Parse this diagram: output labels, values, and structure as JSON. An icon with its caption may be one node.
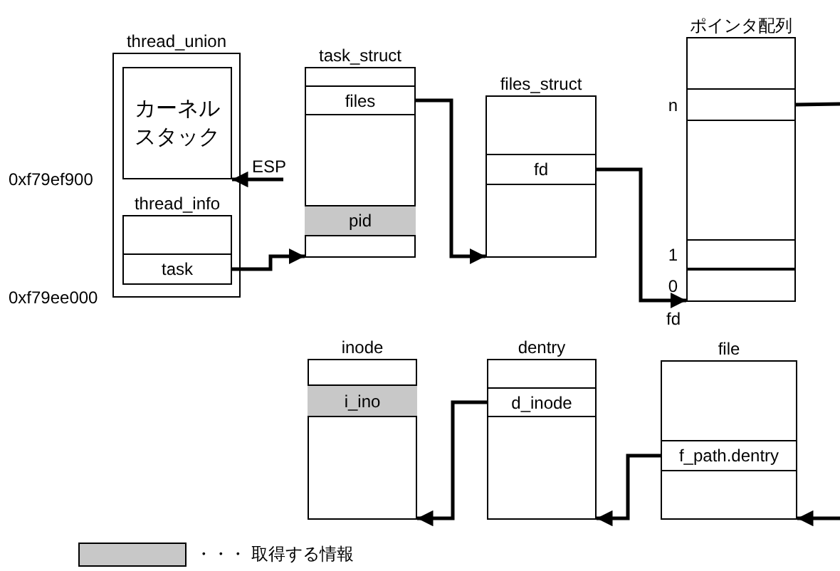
{
  "diagram": {
    "nodes": [
      {
        "text": [
          "thread_union"
        ]
      },
      {
        "text": [
          "カーネルスタック"
        ],
        "in": 0
      },
      {
        "text": [
          "thread_info"
        ],
        "in": 0
      },
      {
        "text": [
          "task"
        ],
        "in": 2
      },
      {
        "text": [
          "task_struct"
        ]
      },
      {
        "text": [
          "files"
        ],
        "in": 4
      },
      {
        "text": [
          "pid"
        ],
        "in": 4
      },
      {
        "text": [
          "files_struct"
        ]
      },
      {
        "text": [
          "fd"
        ],
        "in": 7
      },
      {
        "text": [
          "ポインタ配列"
        ]
      },
      {
        "text": [],
        "shape": "box",
        "in": 9,
        "beside": [
          "n"
        ]
      },
      {
        "text": [],
        "shape": "box",
        "in": 9,
        "beside": [
          "1"
        ]
      },
      {
        "text": [],
        "shape": "box",
        "in": 9,
        "beside": [
          "0"
        ]
      },
      {
        "text": [
          "inode"
        ]
      },
      {
        "text": [
          "i_ino"
        ],
        "in": 13
      },
      {
        "text": [
          "dentry"
        ]
      },
      {
        "text": [
          "d_inode"
        ],
        "in": 15
      },
      {
        "text": [
          "file"
        ]
      },
      {
        "text": [
          "f_path.dentry"
        ],
        "in": 17
      },
      {
        "text": [
          "ESP"
        ]
      }
    ],
    "edges": [
      {
        "from": 19,
        "to": 1,
        "arrow": "to"
      },
      {
        "from": 3,
        "to": 4,
        "arrow": "to"
      },
      {
        "from": 5,
        "to": 7,
        "arrow": "to"
      },
      {
        "from": 8,
        "to": 12,
        "arrow": "to"
      },
      {
        "from": 10,
        "to": null,
        "arrow": "none"
      },
      {
        "from": null,
        "to": 17,
        "arrow": "to"
      },
      {
        "from": 18,
        "to": 15,
        "arrow": "to"
      },
      {
        "from": 16,
        "to": 13,
        "arrow": "to"
      }
    ],
    "labels": [
      "0xf79ef900",
      "0xf79ee000",
      "fd"
    ],
    "legend": [
      {
        "text": "・・・ 取得する情報",
        "color": "#c8c8c8"
      }
    ]
  }
}
